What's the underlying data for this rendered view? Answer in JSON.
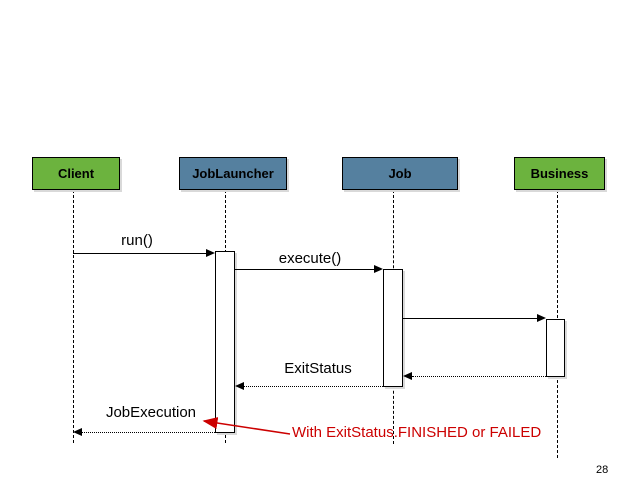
{
  "colors": {
    "actor_green": "#6CB33E",
    "actor_blue": "#55809F",
    "annotation_red": "#CC0000"
  },
  "actors": [
    {
      "label": "Client",
      "color": "green"
    },
    {
      "label": "JobLauncher",
      "color": "blue"
    },
    {
      "label": "Job",
      "color": "blue"
    },
    {
      "label": "Business",
      "color": "green"
    }
  ],
  "messages": [
    {
      "label": "run()",
      "from": "Client",
      "to": "JobLauncher",
      "kind": "call"
    },
    {
      "label": "execute()",
      "from": "JobLauncher",
      "to": "Job",
      "kind": "call"
    },
    {
      "label": "",
      "from": "Job",
      "to": "Business",
      "kind": "call"
    },
    {
      "label": "",
      "from": "Business",
      "to": "Job",
      "kind": "return"
    },
    {
      "label": "ExitStatus",
      "from": "Job",
      "to": "JobLauncher",
      "kind": "return"
    },
    {
      "label": "JobExecution",
      "from": "JobLauncher",
      "to": "Client",
      "kind": "return"
    }
  ],
  "annotation": {
    "text": "With ExitStatus.FINISHED or FAILED"
  },
  "page_number": "28"
}
